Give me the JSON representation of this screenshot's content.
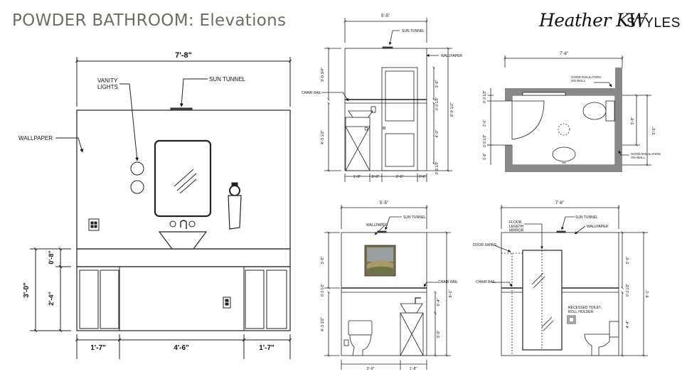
{
  "header": {
    "title": "POWDER BATHROOM: Elevations"
  },
  "logo": {
    "script": "Heather KW",
    "caps": "STYLES"
  },
  "main_elevation": {
    "overall_width": "7'-8\"",
    "vanity_lights": "VANITY\nLIGHTS",
    "sun_tunnel": "SUN TUNNEL",
    "wallpaper": "WALLPAPER",
    "height_total": "3'-0\"",
    "height_top": "0'-8\"",
    "height_lower": "2'-4\"",
    "width_left": "1'-7\"",
    "width_mid": "4'-6\"",
    "width_right": "1'-7\""
  },
  "side_elevation": {
    "overall_width": "5'-5\"",
    "sun_tunnel": "SUN TUNNEL",
    "wallpaper": "WALLPAPER",
    "chair_rail": "CHAIR RAIL",
    "left_upper": "3'-0 3/4\"",
    "left_lower": "4'-3 1/2\"",
    "right_top": "3'-6\"",
    "right_trim": "0'-3 1/2\"",
    "right_mid": "4'-0\"",
    "right_bottom": "0'-3 1/2\"",
    "right_total": "6'-9 1/2\"",
    "bottom_1": "1'-8\"",
    "bottom_2": "0'-9\"",
    "bottom_3": "2'-6\"",
    "bottom_4": "0'-6\""
  },
  "floor_plan": {
    "overall_width": "7'-8\"",
    "insulation_top": "GOOD INSULATION\nON WALL",
    "insulation_bottom": "GOOD INSULATION\nON WALL",
    "left_1": "0'-3 1/2\"",
    "left_2": "2'-6\"",
    "left_3": "0'-5 1/2\"",
    "left_4": "1'-8\"",
    "right_1": "3'-9\"",
    "right_total": "5'-5\""
  },
  "toilet_elevation": {
    "overall_width": "5'-5\"",
    "sun_tunnel": "SUN TUNNEL",
    "wallpaper": "WALLPAPER",
    "chair_rail": "CHAIR RAIL",
    "left_top": "3'-6\"",
    "left_mid": "0'-3 1/2\"",
    "left_bottom": "4'-3 1/2\"",
    "right_1": "0'-4\"",
    "right_2": "3'-0\"",
    "right_total": "8'-1\"",
    "bottom_1": "3'-9\"",
    "bottom_2": "1'-8\""
  },
  "mirror_elevation": {
    "overall_width": "7'-8\"",
    "floor_mirror": "FLOOR\nLENGTH\nMIRROR",
    "sun_tunnel": "SUN TUNNEL",
    "wallpaper": "WALLPAPER",
    "door_swing": "DOOR SWING",
    "chair_rail": "CHAIR RAIL",
    "recessed": "RECESSED TOILET,\nROLL HOLDER",
    "right_top": "3'-6\"",
    "right_mid": "0'-3 1/2\"",
    "right_bottom": "4'-4\"",
    "right_total": "8'-1\""
  }
}
